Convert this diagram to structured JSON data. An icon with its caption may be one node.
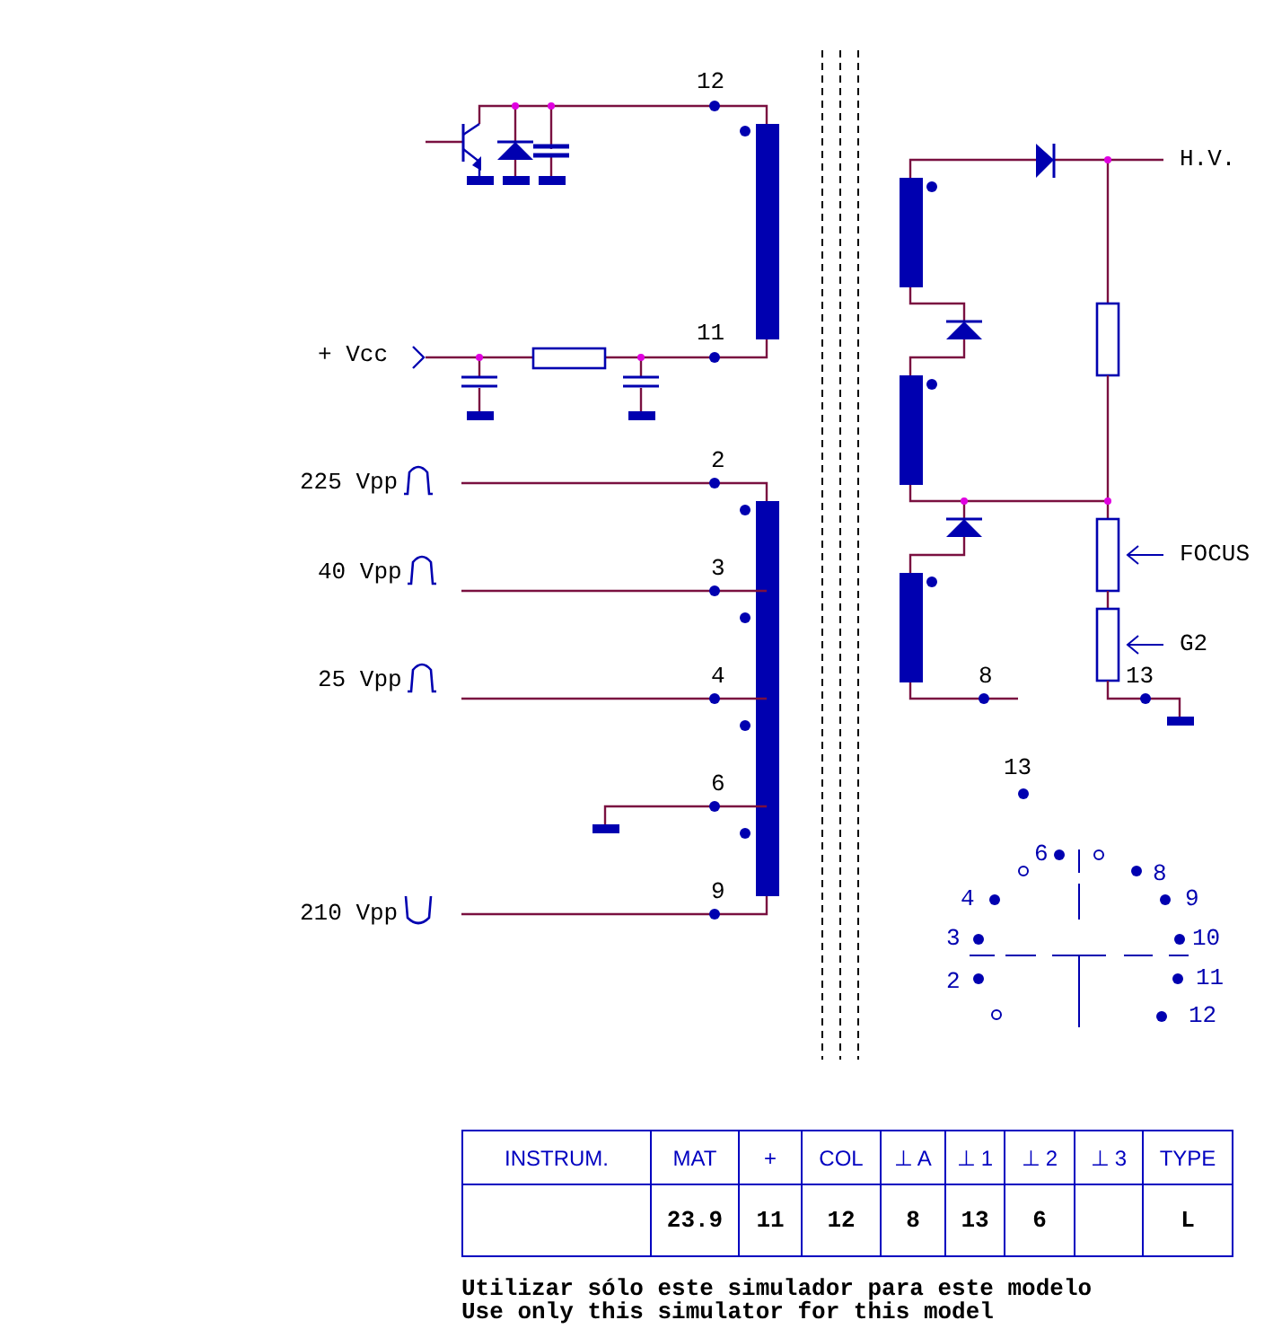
{
  "diagram": {
    "labels": [
      "12",
      "+ Vcc",
      "11",
      "225 Vpp",
      "2",
      "40 Vpp",
      "3",
      "25 Vpp",
      "4",
      "6",
      "210 Vpp",
      "9",
      "H.V.",
      "FOCUS",
      "G2",
      "8",
      "13",
      "13",
      "6",
      "8",
      "4",
      "9",
      "3",
      "10",
      "2",
      "11",
      "12",
      "INSTRUM.",
      "MAT",
      "+",
      "COL",
      "⊥ A",
      "⊥ 1",
      "⊥ 2",
      "⊥ 3",
      "TYPE",
      "23.9",
      "11",
      "12",
      "8",
      "13",
      "6",
      "L",
      "Utilizar sólo este simulador para este modelo",
      "Use only this simulator for this model"
    ]
  }
}
